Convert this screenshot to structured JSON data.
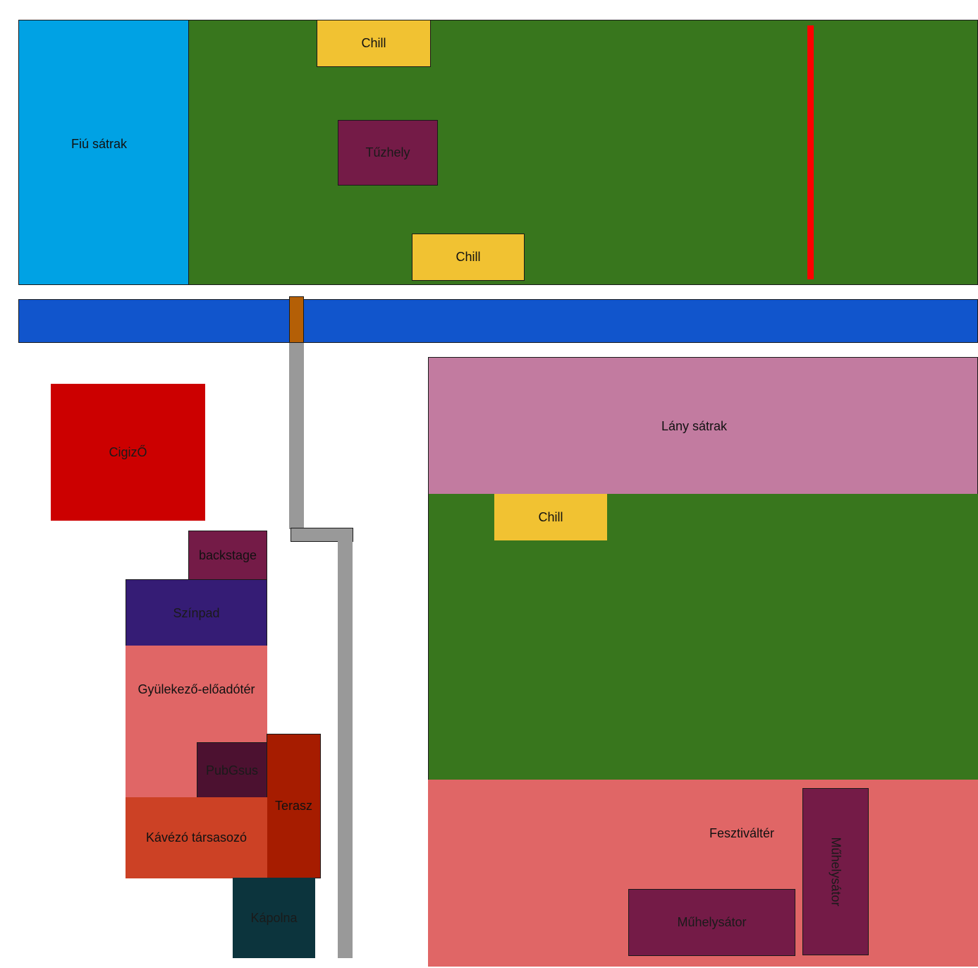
{
  "colors": {
    "grass": "#38761d",
    "boys_tents": "#00a2e4",
    "girls_tents": "#c27ba0",
    "chill": "#f1c232",
    "fire": "#741b47",
    "river": "#1155cc",
    "bridge": "#b45f06",
    "path": "#999999",
    "red_line": "#ff0000",
    "smoking": "#cc0000",
    "backstage": "#741b47",
    "stage": "#351c75",
    "assembly": "#e06666",
    "pub": "#4c1130",
    "terrace": "#a61c00",
    "cafe": "#cc4125",
    "chapel": "#0c343d",
    "festival": "#e06666",
    "workshop": "#741b47"
  },
  "map": {
    "boys_tents": "Fiú sátrak",
    "chill_top": "Chill",
    "fireplace": "Tűzhely",
    "chill_mid": "Chill",
    "girls_tents": "Lány sátrak",
    "chill_right": "Chill",
    "smoking_area": "CigizŐ",
    "backstage": "backstage",
    "stage": "Színpad",
    "assembly_hall": "Gyülekező-előadótér",
    "pub": "PubGsus",
    "terrace": "Terasz",
    "cafe": "Kávézó társasozó",
    "chapel": "Kápolna",
    "festival_area": "Fesztiváltér",
    "workshop_tent_vertical": "Műhelysátor",
    "workshop_tent_horizontal": "Műhelysátor"
  }
}
